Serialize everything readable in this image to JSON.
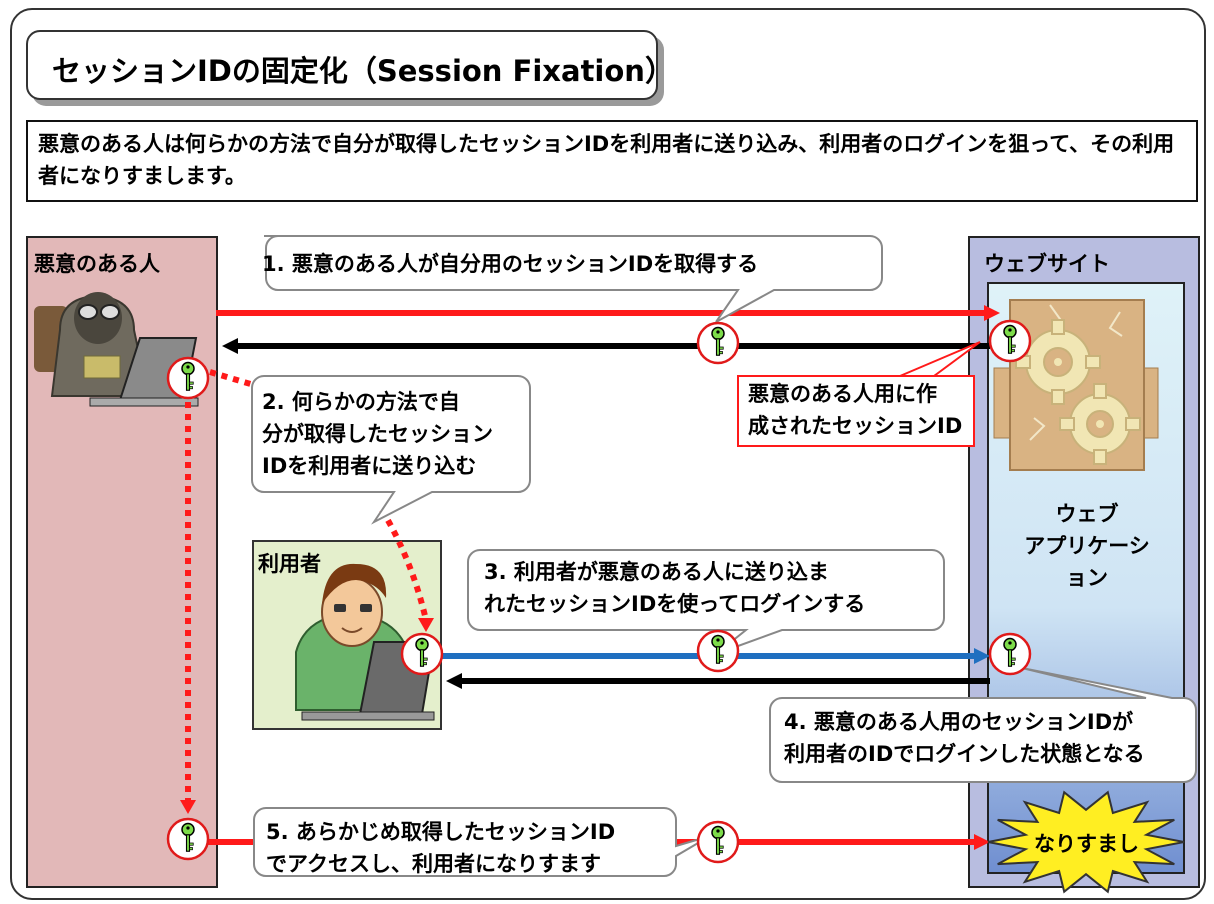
{
  "title": "セッションIDの固定化（Session Fixation）",
  "description": "悪意のある人は何らかの方法で自分が取得したセッションIDを利用者に送り込み、利用者のログインを狙って、その利用者になりすまします。",
  "actors": {
    "attacker": "悪意のある人",
    "user": "利用者",
    "website": "ウェブサイト",
    "web_app": [
      "ウェブ",
      "アプリケーション"
    ]
  },
  "steps": {
    "step1": [
      "1. 悪意のある人が自分用のセッションIDを取得する"
    ],
    "step2": [
      "2. 何らかの方法で自",
      "分が取得したセッション",
      "IDを利用者に送り込む"
    ],
    "step3": [
      "3. 利用者が悪意のある人に送り込ま",
      "れたセッションIDを使ってログインする"
    ],
    "step4": [
      "4. 悪意のある人用のセッションIDが",
      "利用者のIDでログインした状態となる"
    ],
    "step5": [
      "5. あらかじめ取得したセッションID",
      "でアクセスし、利用者になりすます"
    ]
  },
  "note_session_created": [
    "悪意のある人用に作",
    "成されたセッションID"
  ],
  "burst_label": "なりすまし",
  "colors": {
    "attack_arrow": "#ff1a1a",
    "response_arrow": "#000000",
    "login_arrow": "#1f6fc0",
    "key": "#7ddc4a",
    "burst": "#ffee22"
  }
}
